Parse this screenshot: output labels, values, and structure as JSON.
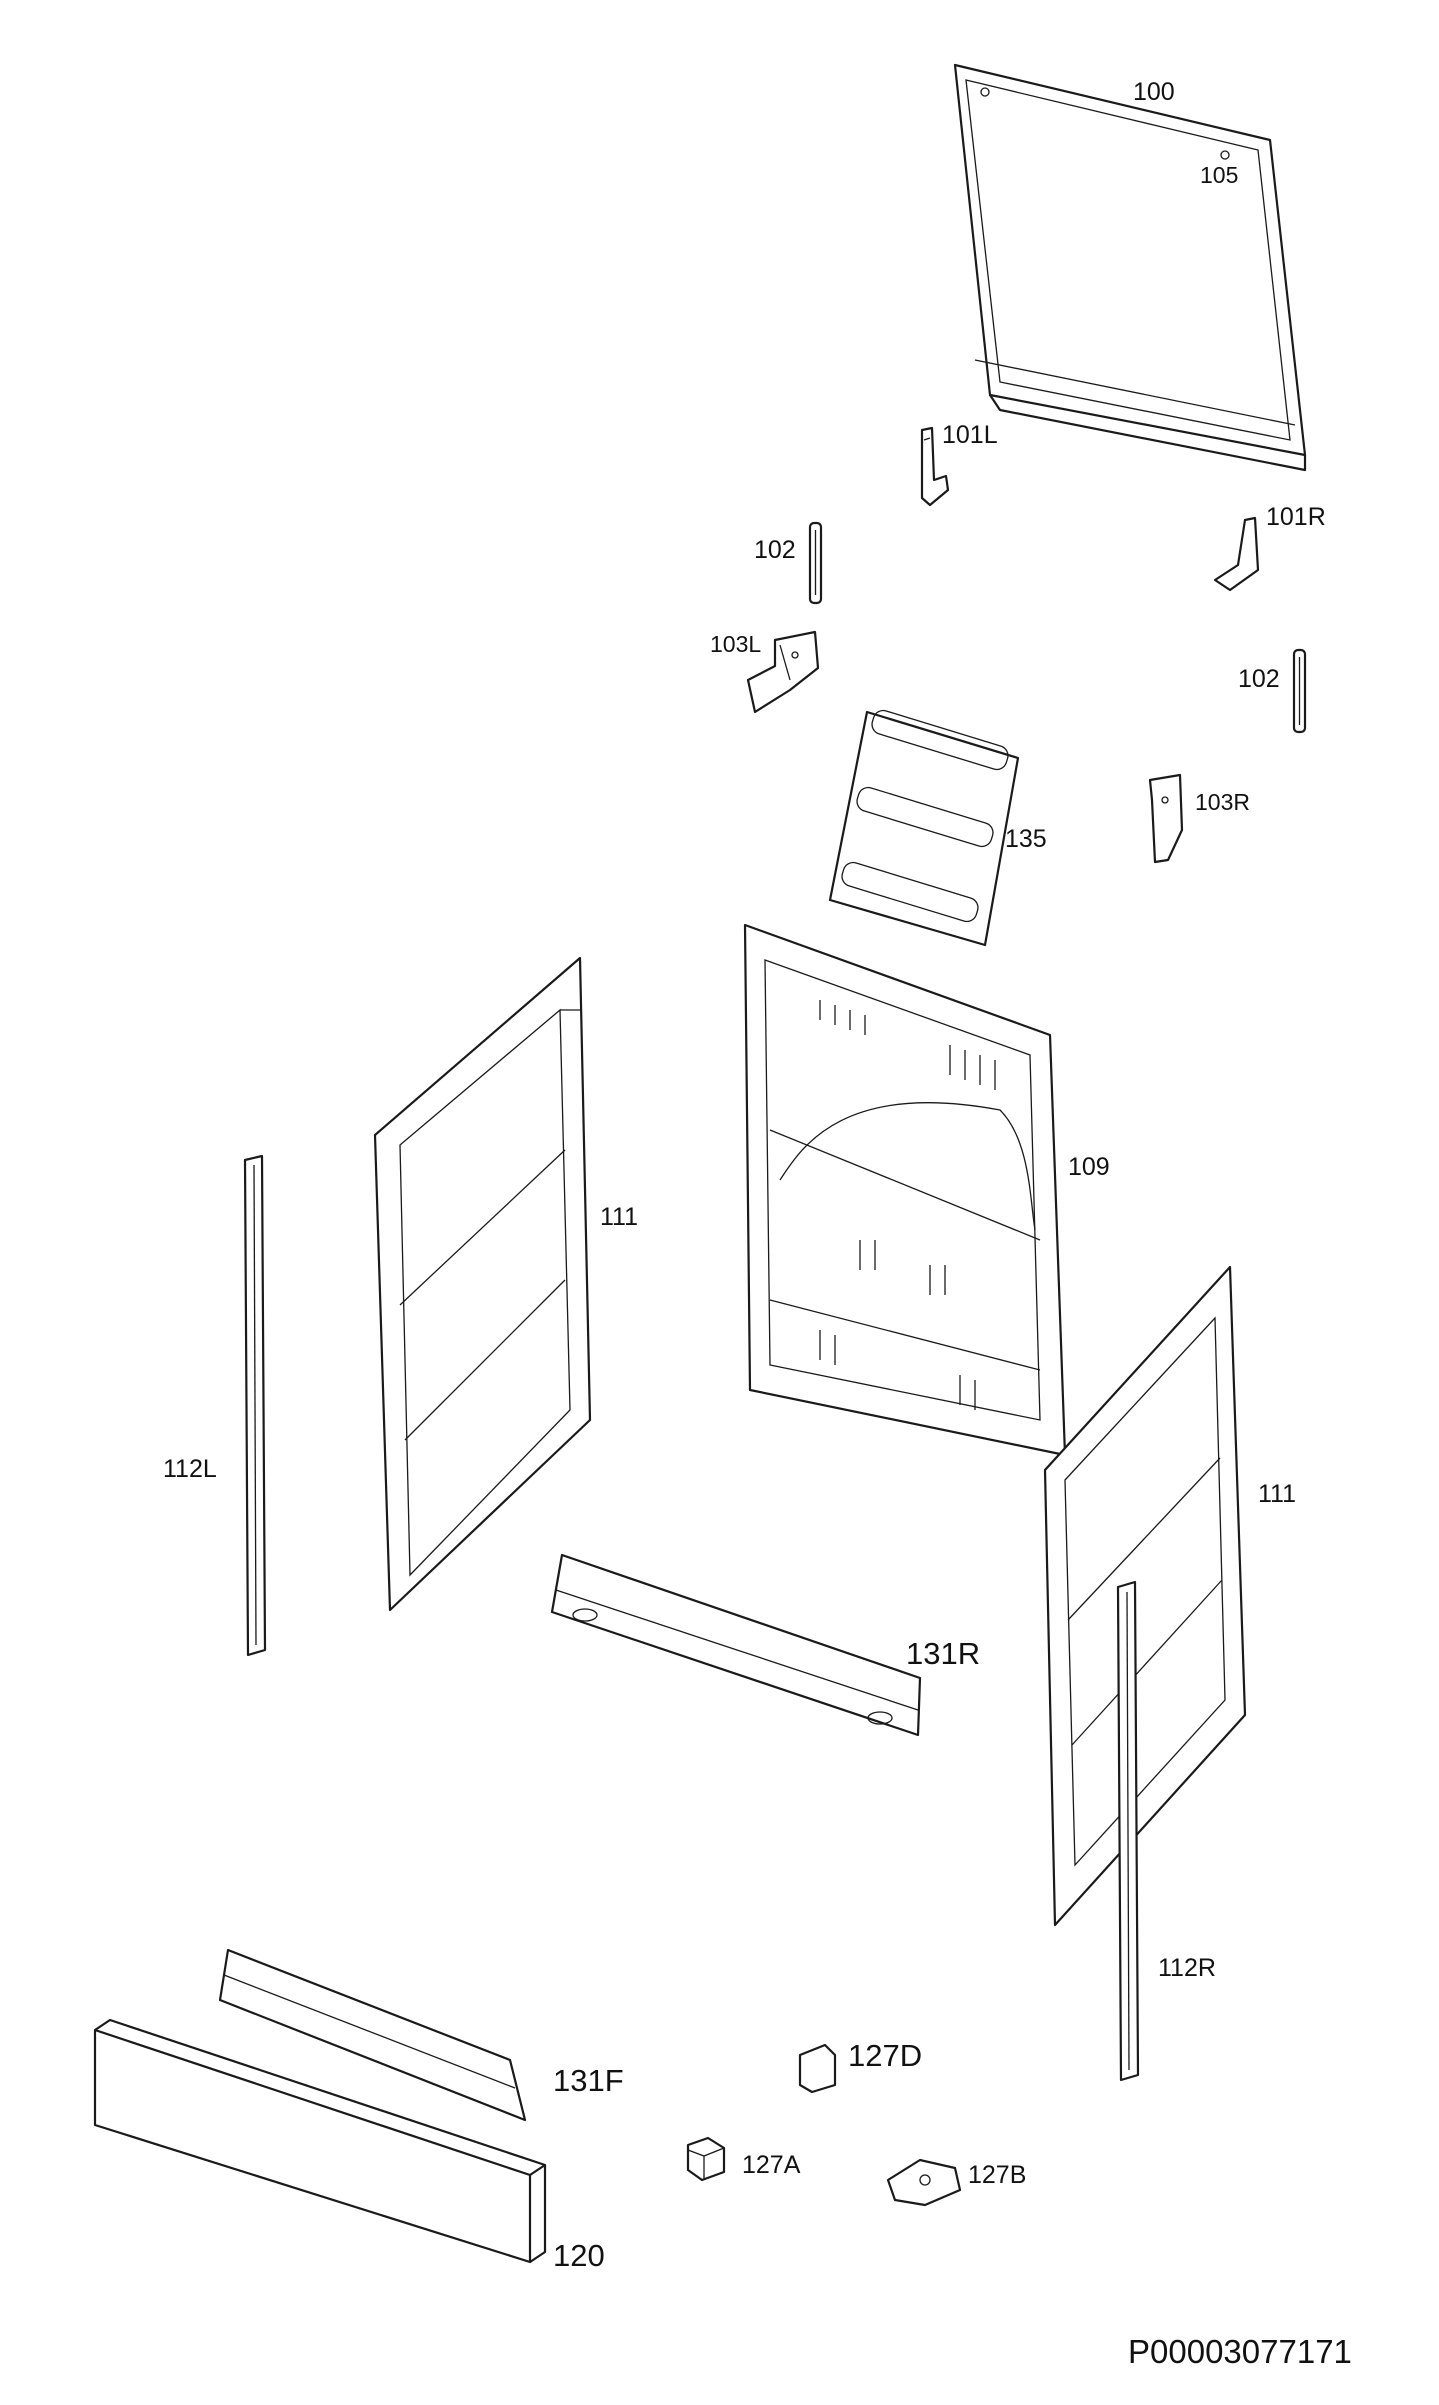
{
  "diagram": {
    "document_code": "P00003077171",
    "parts": [
      {
        "id": "100"
      },
      {
        "id": "105"
      },
      {
        "id": "101L"
      },
      {
        "id": "101R"
      },
      {
        "id": "102"
      },
      {
        "id": "102"
      },
      {
        "id": "103L"
      },
      {
        "id": "103R"
      },
      {
        "id": "135"
      },
      {
        "id": "109"
      },
      {
        "id": "111"
      },
      {
        "id": "111"
      },
      {
        "id": "112L"
      },
      {
        "id": "112R"
      },
      {
        "id": "131R"
      },
      {
        "id": "131F"
      },
      {
        "id": "127D"
      },
      {
        "id": "127A"
      },
      {
        "id": "127B"
      },
      {
        "id": "120"
      }
    ]
  }
}
